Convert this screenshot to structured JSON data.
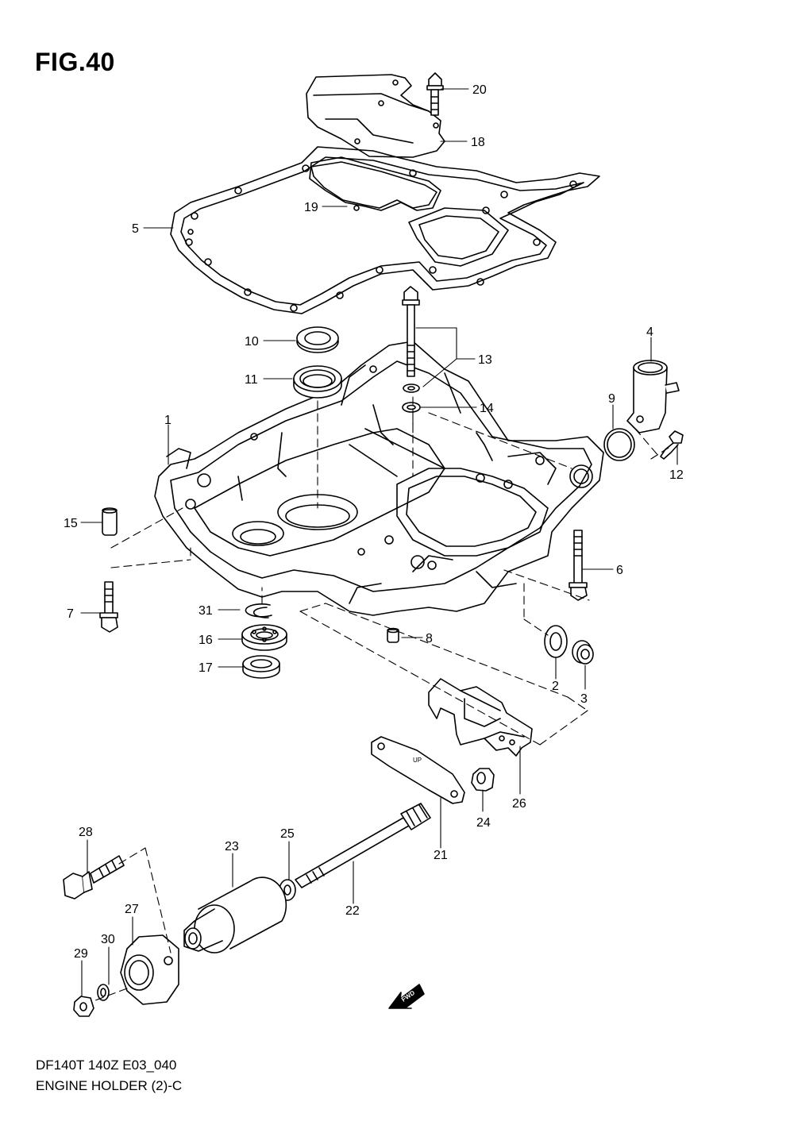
{
  "figure": {
    "title": "FIG.40",
    "model": "DF140T 140Z E03_040",
    "caption": "ENGINE HOLDER (2)-C"
  },
  "part_callouts": [
    "1",
    "2",
    "3",
    "4",
    "5",
    "6",
    "7",
    "8",
    "9",
    "10",
    "11",
    "12",
    "13",
    "14",
    "15",
    "16",
    "17",
    "18",
    "19",
    "20",
    "21",
    "22",
    "23",
    "24",
    "25",
    "26",
    "27",
    "28",
    "29",
    "30",
    "31"
  ],
  "markings": {
    "gasket_mark": "UP",
    "direction_arrow": "FWD"
  },
  "colors": {
    "line": "#000000",
    "background": "#ffffff"
  }
}
